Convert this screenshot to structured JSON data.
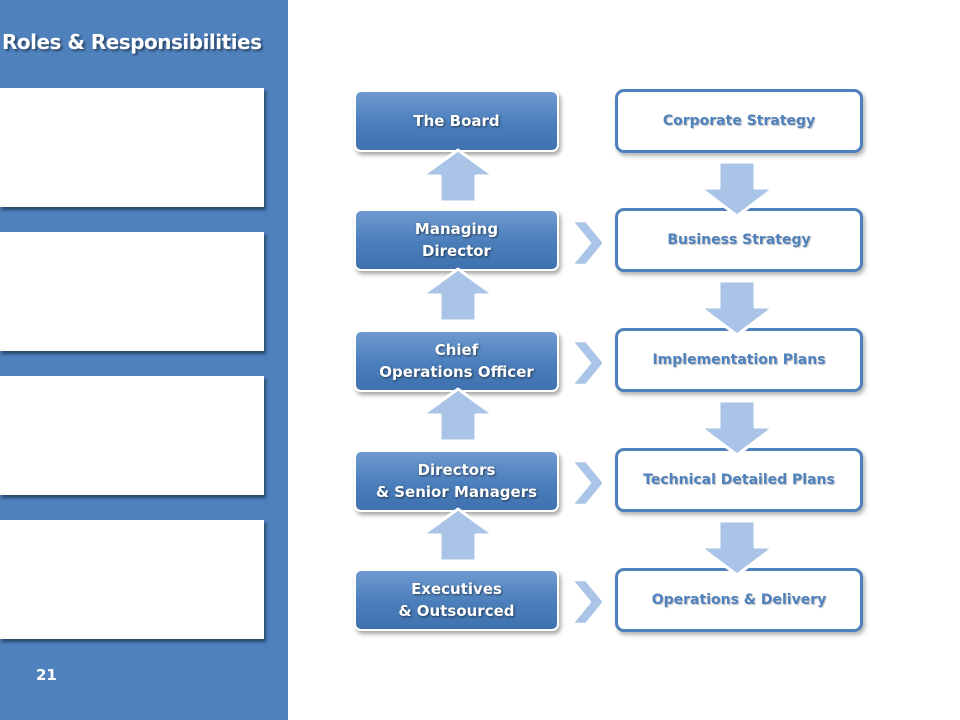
{
  "slide": {
    "title": "Roles & Responsibilities",
    "page_number": "21"
  },
  "roles": [
    {
      "label": "The Board"
    },
    {
      "label": "Managing\nDirector"
    },
    {
      "label": "Chief\nOperations Officer"
    },
    {
      "label": "Directors\n& Senior Managers"
    },
    {
      "label": "Executives\n& Outsourced"
    }
  ],
  "plans": [
    {
      "label": "Corporate Strategy"
    },
    {
      "label": "Business Strategy"
    },
    {
      "label": "Implementation Plans"
    },
    {
      "label": "Technical Detailed Plans"
    },
    {
      "label": "Operations & Delivery"
    }
  ],
  "colors": {
    "sidebar": "#4f81bd",
    "role_box": "#4a7ebb",
    "plan_border": "#4f81bd",
    "arrow_fill": "#a9c4e6"
  },
  "icons": {
    "up_arrow": "up-arrow-icon",
    "down_arrow": "down-arrow-icon",
    "chevron": "chevron-right-icon"
  }
}
